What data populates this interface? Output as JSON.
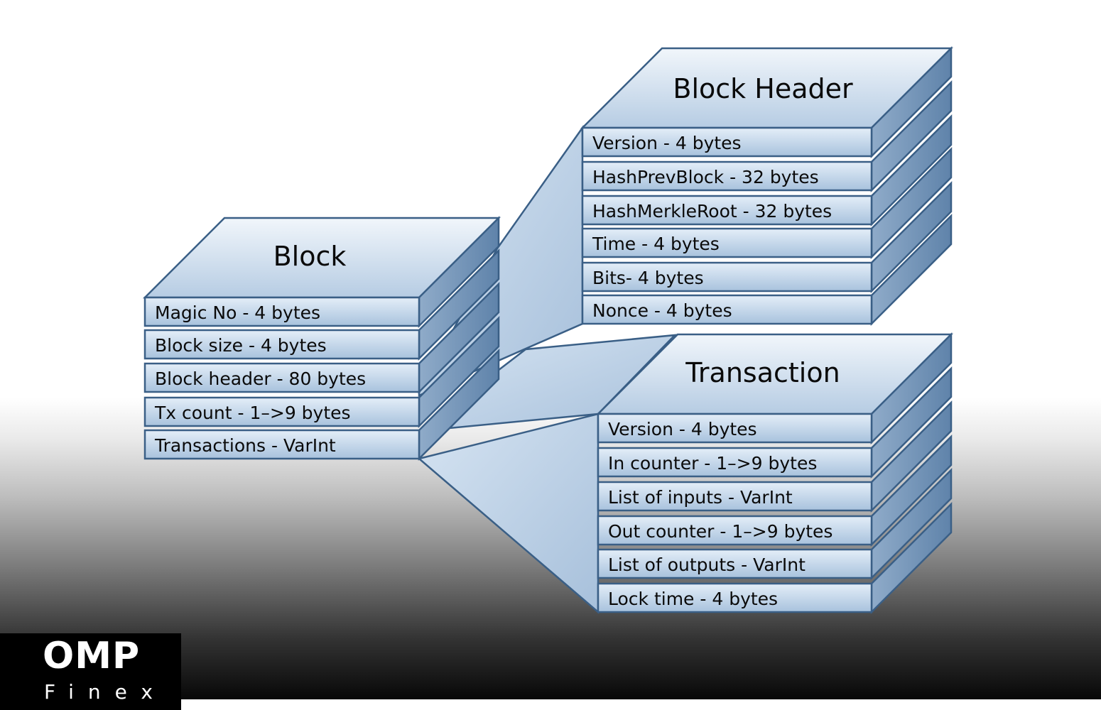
{
  "block": {
    "title": "Block",
    "rows": [
      "Magic No - 4 bytes",
      "Block size - 4 bytes",
      "Block header - 80 bytes",
      "Tx count - 1–>9 bytes",
      "Transactions - VarInt"
    ]
  },
  "block_header": {
    "title": "Block Header",
    "rows": [
      "Version - 4 bytes",
      "HashPrevBlock - 32 bytes",
      "HashMerkleRoot - 32 bytes",
      "Time - 4 bytes",
      "Bits- 4 bytes",
      "Nonce - 4 bytes"
    ]
  },
  "transaction": {
    "title": "Transaction",
    "rows": [
      "Version - 4 bytes",
      "In counter - 1–>9 bytes",
      "List of inputs - VarInt",
      "Out counter - 1–>9 bytes",
      "List of outputs - VarInt",
      "Lock time - 4 bytes"
    ]
  },
  "logo": {
    "name": "OMP",
    "sub": "Finex"
  },
  "colors": {
    "front_light": "#dbe8f5",
    "front_dark": "#a9c3de",
    "side": "#6f90b3",
    "top_light": "#e6eff8",
    "top_dark": "#b8cde3",
    "stroke": "#3a5f86"
  }
}
